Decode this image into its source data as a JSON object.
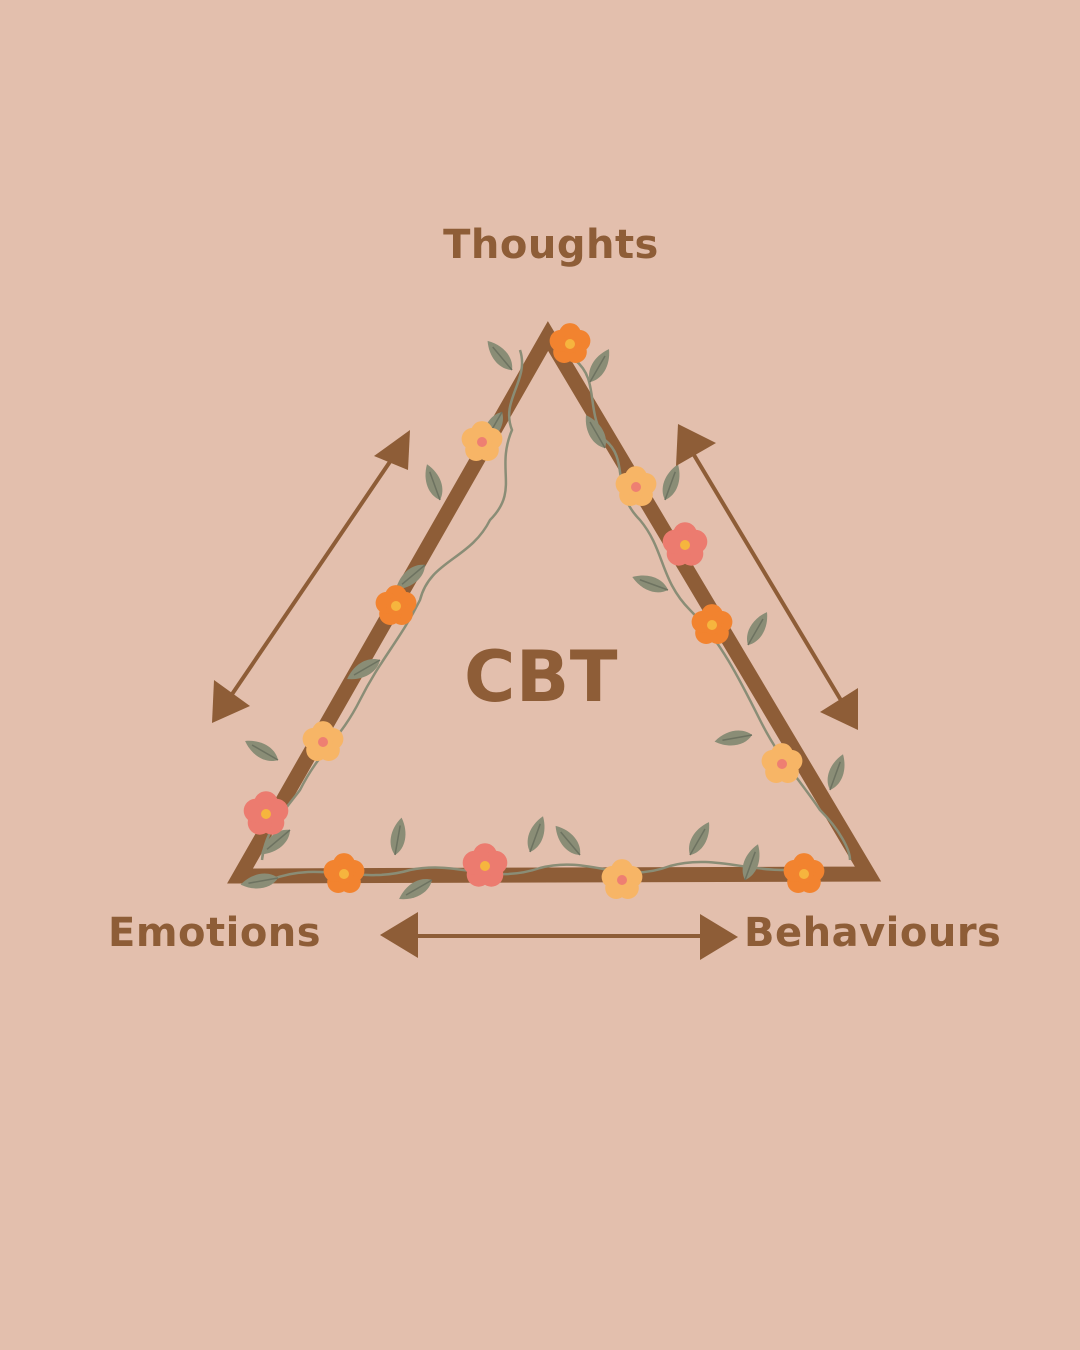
{
  "diagram": {
    "center_label": "CBT",
    "nodes": {
      "top": "Thoughts",
      "left": "Emotions",
      "right": "Behaviours"
    },
    "arrows": [
      {
        "between": [
          "Thoughts",
          "Emotions"
        ],
        "direction": "bidirectional"
      },
      {
        "between": [
          "Thoughts",
          "Behaviours"
        ],
        "direction": "bidirectional"
      },
      {
        "between": [
          "Emotions",
          "Behaviours"
        ],
        "direction": "bidirectional"
      }
    ],
    "decoration": "flowers-and-leaves-vine"
  },
  "colors": {
    "background": "#e3bfad",
    "brown": "#8e5d37",
    "leaf": "#8a8d76",
    "leaf_vein": "#6d7260",
    "flower_orange": "#f2832f",
    "flower_coral": "#ec7b6f",
    "flower_yellow": "#f7b566",
    "flower_center_yellow": "#f6b53e",
    "flower_center_pink": "#ee7f72"
  }
}
